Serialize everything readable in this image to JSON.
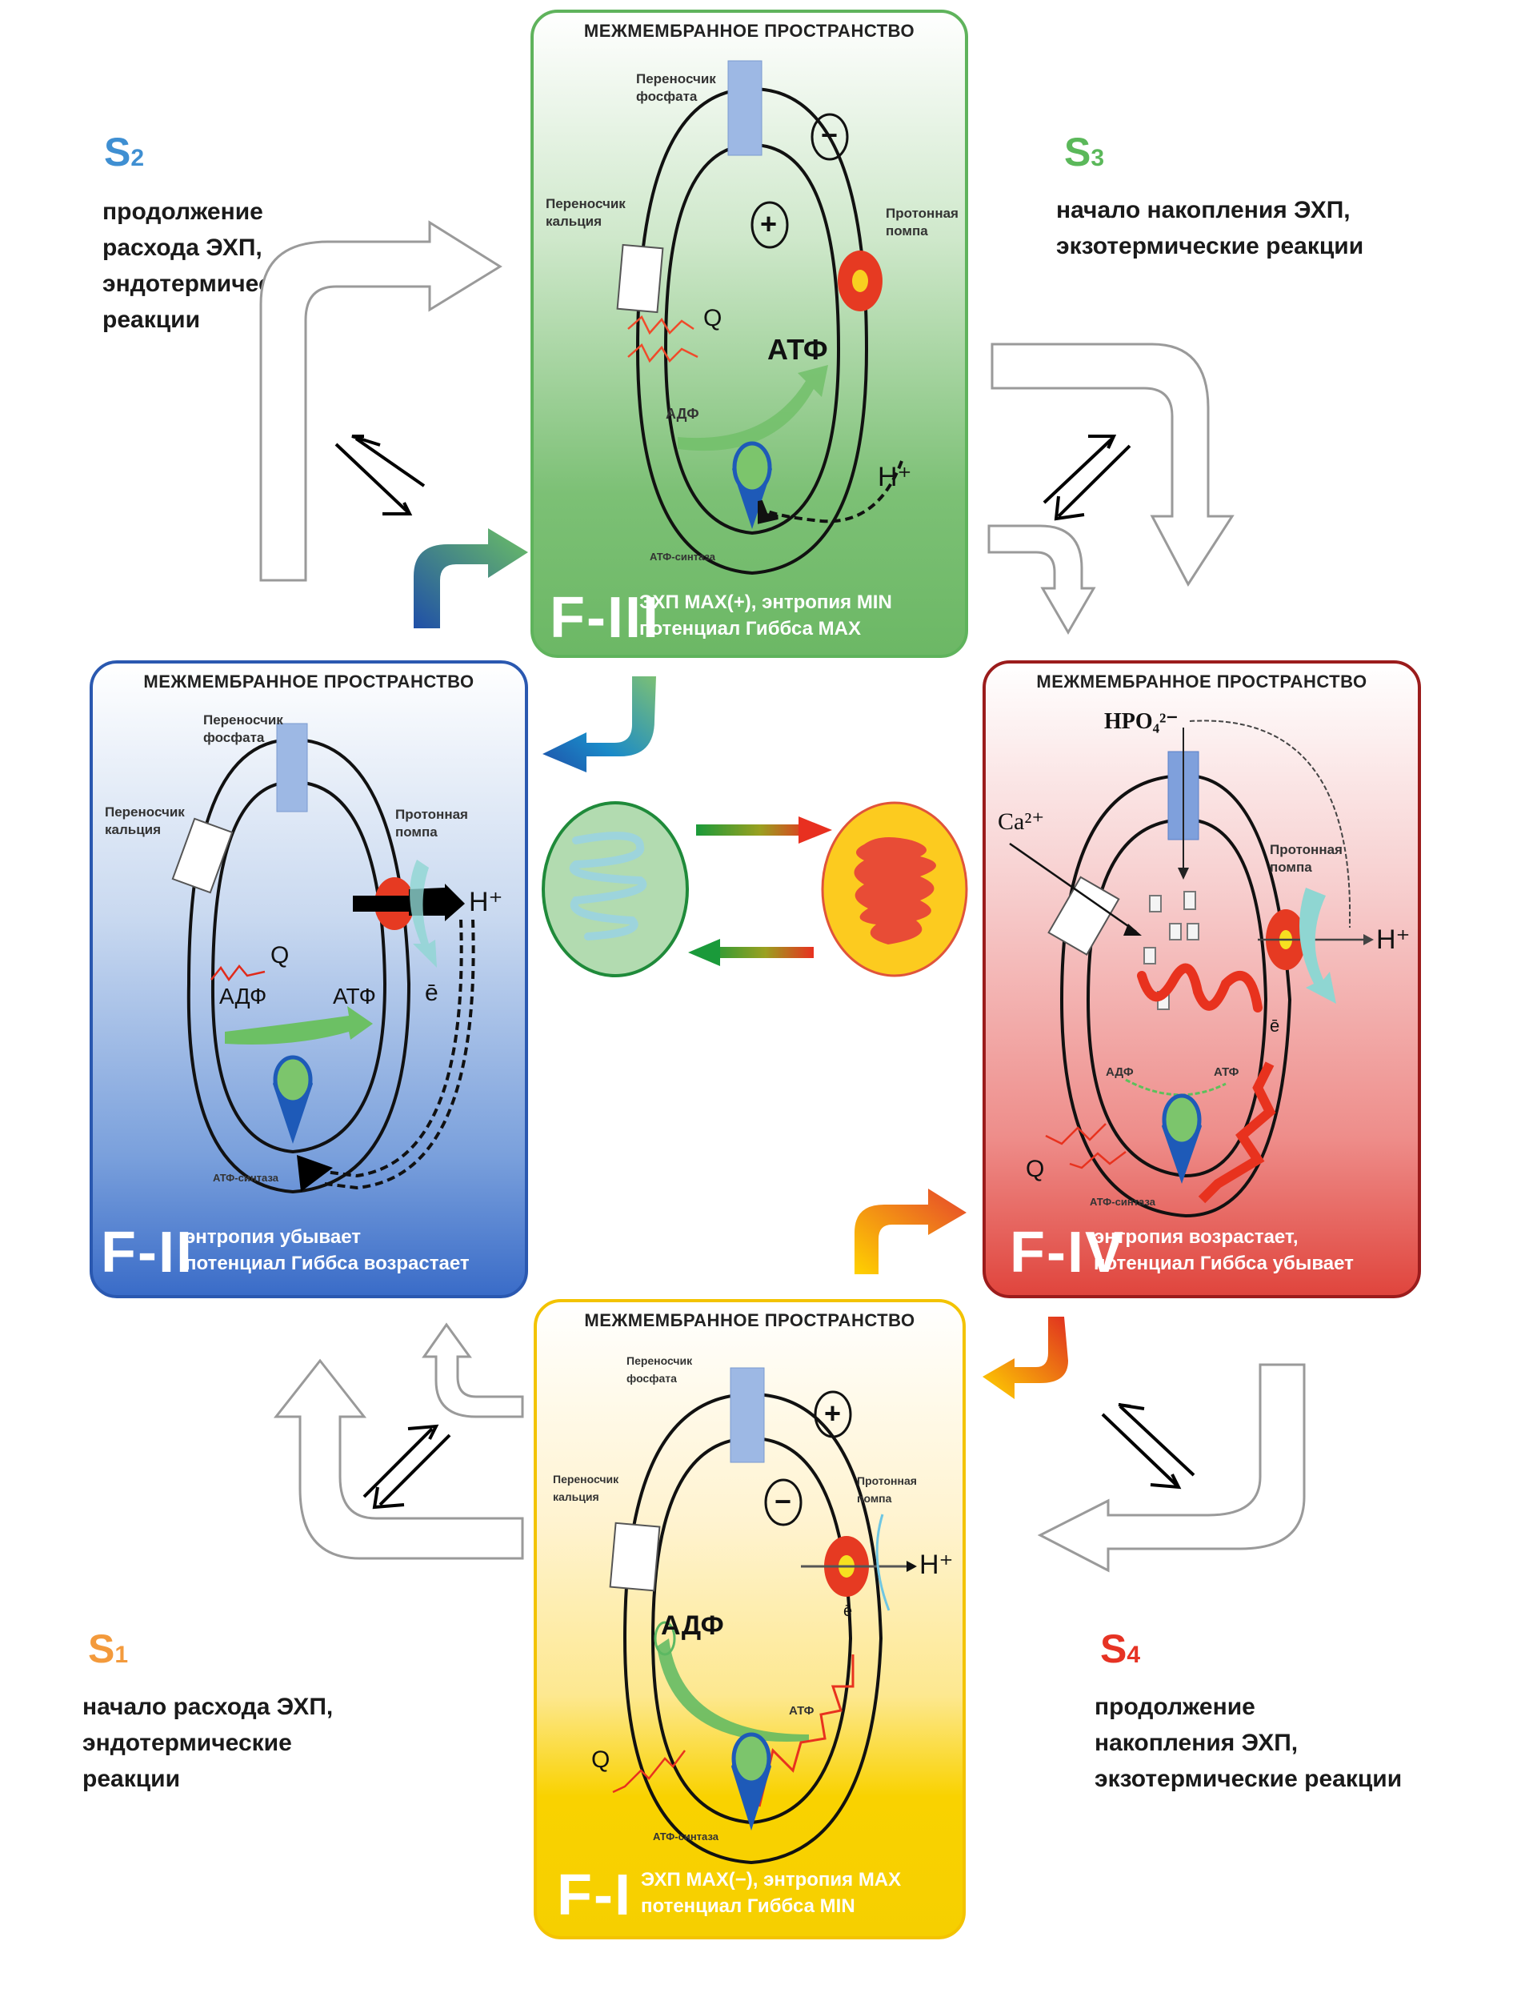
{
  "stages": {
    "s1": {
      "code": "S",
      "index": "1",
      "color": "#f39a3c",
      "description": [
        "начало расхода ЭХП,",
        "эндотермические",
        "реакции"
      ]
    },
    "s2": {
      "code": "S",
      "index": "2",
      "color": "#3f8fd2",
      "description": [
        "продолжение",
        "расхода ЭХП,",
        "эндотермические",
        "реакции"
      ]
    },
    "s3": {
      "code": "S",
      "index": "3",
      "color": "#5bb85a",
      "description": [
        "начало накопления ЭХП,",
        "экзотермические реакции"
      ]
    },
    "s4": {
      "code": "S",
      "index": "4",
      "color": "#e63324",
      "description": [
        "продолжение",
        "накопления ЭХП,",
        "экзотермические реакции"
      ]
    }
  },
  "panels": {
    "f3": {
      "header": "МЕЖМЕМБРАННОЕ ПРОСТРАНСТВО",
      "phosphate_carrier": [
        "Переносчик",
        "фосфата"
      ],
      "calcium_carrier": [
        "Переносчик",
        "кальция"
      ],
      "proton_pump": [
        "Протонная",
        "помпа"
      ],
      "minus_sign": "−",
      "plus_sign": "+",
      "heat": "Q",
      "atp": "АТФ",
      "adp": "АДФ",
      "proton": "H⁺",
      "atp_synthase": "АТФ-синтаза",
      "id": "F-III",
      "footer": [
        "ЭХП MAX(+), энтропия MIN",
        "потенциал Гиббса MAX"
      ],
      "color": "#5fb35c"
    },
    "f2": {
      "header": "МЕЖМЕМБРАННОЕ ПРОСТРАНСТВО",
      "phosphate_carrier": [
        "Переносчик",
        "фосфата"
      ],
      "calcium_carrier": [
        "Переносчик",
        "кальция"
      ],
      "proton_pump": [
        "Протонная",
        "помпа"
      ],
      "heat": "Q",
      "atp": "АТФ",
      "adp": "АДФ",
      "proton": "H⁺",
      "electron": "ē",
      "atp_synthase": "АТФ-синтаза",
      "id": "F-II",
      "footer": [
        "энтропия убывает",
        "потенциал Гиббса возрастает"
      ],
      "color": "#2a58b0"
    },
    "f4": {
      "header": "МЕЖМЕМБРАННОЕ ПРОСТРАНСТВО",
      "phosphate_ion": "HPO₄²⁻",
      "calcium_ion": "Ca²⁺",
      "proton_pump": [
        "Протонная",
        "помпа"
      ],
      "heat": "Q",
      "atp": "АТФ",
      "adp": "АДФ",
      "proton": "H⁺",
      "electron": "ē",
      "atp_synthase": "АТФ-синтаза",
      "id": "F-IV",
      "footer": [
        "энтропия возрастает,",
        "потенциал Гиббса убывает"
      ],
      "color": "#9b1c1c"
    },
    "f1": {
      "header": "МЕЖМЕМБРАННОЕ ПРОСТРАНСТВО",
      "phosphate_carrier": [
        "Переносчик",
        "фосфата"
      ],
      "calcium_carrier": [
        "Переносчик",
        "кальция"
      ],
      "proton_pump": [
        "Протонная",
        "помпа"
      ],
      "plus_sign": "+",
      "minus_sign": "−",
      "heat": "Q",
      "atp": "АТФ",
      "adp": "АДФ",
      "proton": "H⁺",
      "electron": "ē",
      "atp_synthase": "АТФ-синтаза",
      "id": "F-I",
      "footer": [
        "ЭХП MAX(−), энтропия MAX",
        "потенциал Гиббса MIN"
      ],
      "color": "#f3c300"
    }
  },
  "center": {
    "left_mito_color": "#b2dbb0",
    "right_mito_color": "#fccb1f"
  }
}
